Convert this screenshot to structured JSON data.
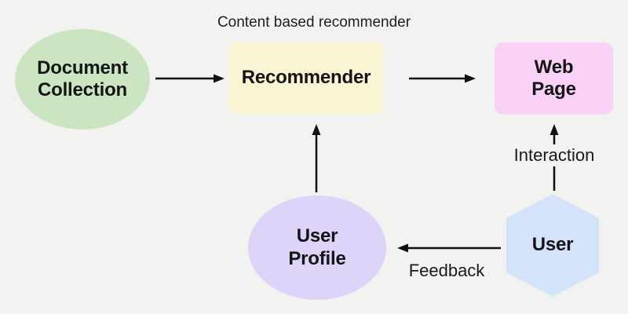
{
  "diagram": {
    "title": "Content based recommender",
    "nodes": [
      {
        "id": "document-collection",
        "shape": "ellipse",
        "fill": "#cbe5c3",
        "lines": [
          "Document",
          "Collection"
        ]
      },
      {
        "id": "recommender",
        "shape": "rounded-rect",
        "fill": "#f9f4d3",
        "lines": [
          "Recommender"
        ]
      },
      {
        "id": "web-page",
        "shape": "rounded-rect",
        "fill": "#fad1f6",
        "lines": [
          "Web",
          "Page"
        ]
      },
      {
        "id": "user-profile",
        "shape": "ellipse",
        "fill": "#ded3f8",
        "lines": [
          "User",
          "Profile"
        ]
      },
      {
        "id": "user",
        "shape": "hexagon",
        "fill": "#d3e3fa",
        "lines": [
          "User"
        ]
      }
    ],
    "edges": [
      {
        "from": "document-collection",
        "to": "recommender",
        "label": ""
      },
      {
        "from": "recommender",
        "to": "web-page",
        "label": ""
      },
      {
        "from": "user-profile",
        "to": "recommender",
        "label": ""
      },
      {
        "from": "user",
        "to": "web-page",
        "label": "Interaction"
      },
      {
        "from": "user",
        "to": "user-profile",
        "label": "Feedback"
      }
    ],
    "edge_labels": {
      "interaction": "Interaction",
      "feedback": "Feedback"
    },
    "colors": {
      "background": "#f2f2f0",
      "arrow": "#111111",
      "node_text": "#151515",
      "label_text": "#1a1a1a"
    }
  }
}
